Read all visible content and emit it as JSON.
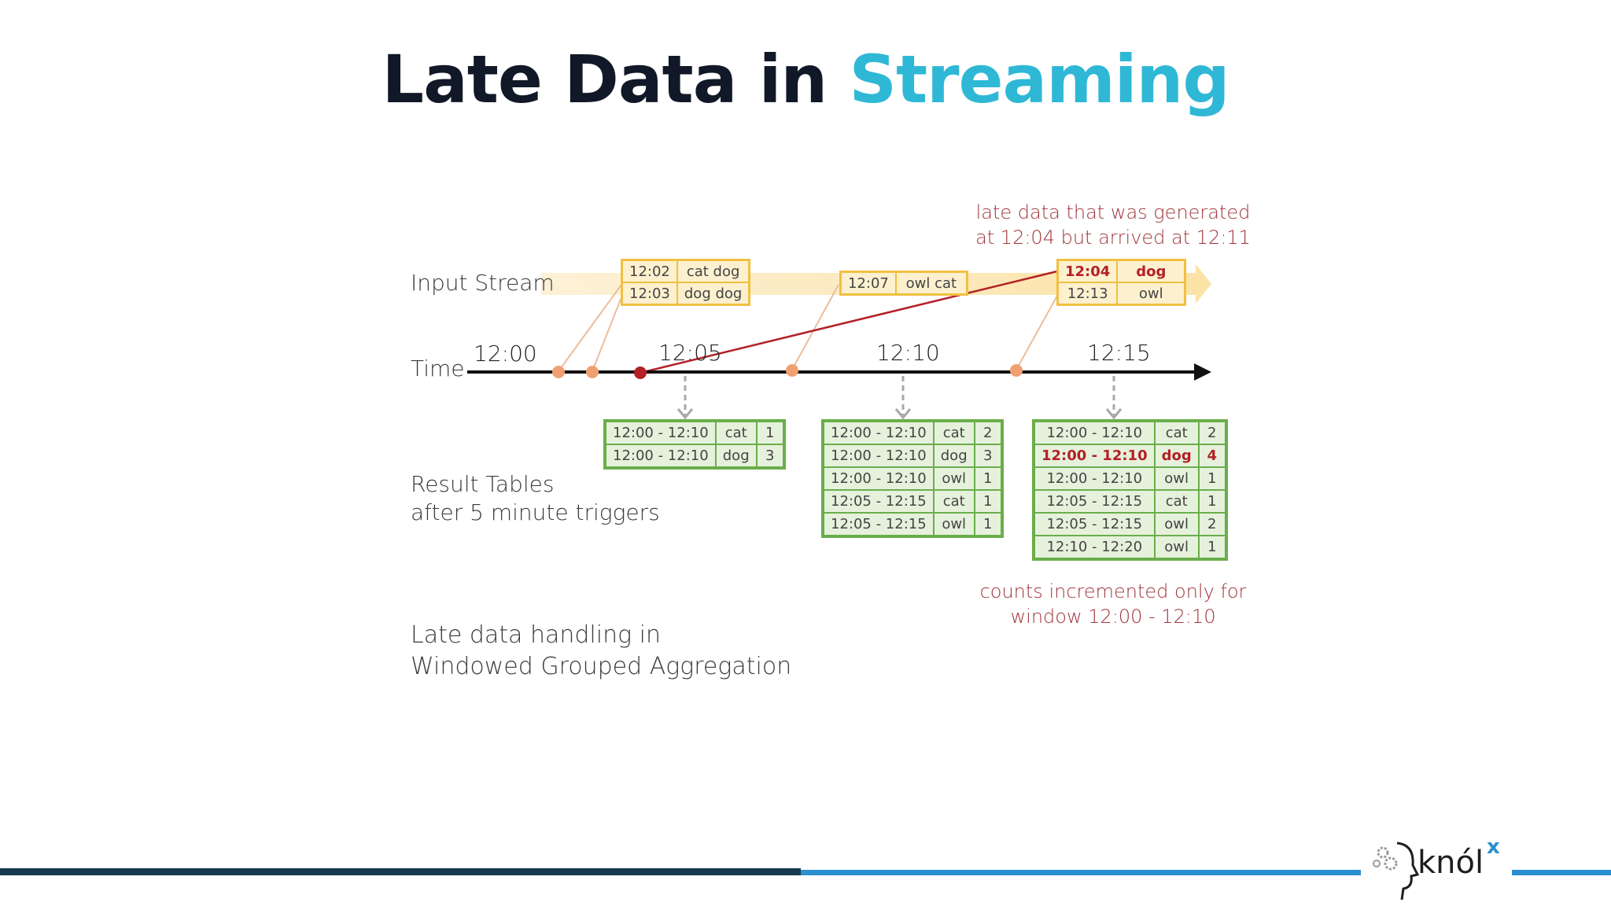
{
  "title": {
    "main": "Late Data in",
    "accent": "Streaming"
  },
  "labels": {
    "input_stream": "Input Stream",
    "time": "Time",
    "result_tables_1": "Result Tables",
    "result_tables_2": "after 5 minute triggers",
    "late_handling_1": "Late data handling in",
    "late_handling_2": "Windowed Grouped Aggregation"
  },
  "ticks": [
    "12:00",
    "12:05",
    "12:10",
    "12:15"
  ],
  "notes": {
    "late_1": "late data that was generated",
    "late_2": "at 12:04 but arrived at 12:11",
    "counts_1": "counts incremented only for",
    "counts_2": "window 12:00 - 12:10"
  },
  "input_events": {
    "block1": [
      {
        "time": "12:02",
        "words": "cat dog"
      },
      {
        "time": "12:03",
        "words": "dog dog"
      }
    ],
    "block2": [
      {
        "time": "12:07",
        "words": "owl cat"
      }
    ],
    "block3": [
      {
        "time": "12:04",
        "words": "dog",
        "late": true
      },
      {
        "time": "12:13",
        "words": "owl"
      }
    ]
  },
  "result_tables": {
    "t1": [
      {
        "window": "12:00 - 12:10",
        "word": "cat",
        "count": "1"
      },
      {
        "window": "12:00 - 12:10",
        "word": "dog",
        "count": "3"
      }
    ],
    "t2": [
      {
        "window": "12:00 - 12:10",
        "word": "cat",
        "count": "2"
      },
      {
        "window": "12:00 - 12:10",
        "word": "dog",
        "count": "3"
      },
      {
        "window": "12:00 - 12:10",
        "word": "owl",
        "count": "1"
      },
      {
        "window": "12:05 - 12:15",
        "word": "cat",
        "count": "1"
      },
      {
        "window": "12:05 - 12:15",
        "word": "owl",
        "count": "1"
      }
    ],
    "t3": [
      {
        "window": "12:00 - 12:10",
        "word": "cat",
        "count": "2"
      },
      {
        "window": "12:00 - 12:10",
        "word": "dog",
        "count": "4",
        "highlight": true
      },
      {
        "window": "12:00 - 12:10",
        "word": "owl",
        "count": "1"
      },
      {
        "window": "12:05 - 12:15",
        "word": "cat",
        "count": "1"
      },
      {
        "window": "12:05 - 12:15",
        "word": "owl",
        "count": "2"
      },
      {
        "window": "12:10 - 12:20",
        "word": "owl",
        "count": "1"
      }
    ]
  },
  "logo": {
    "text": "knól",
    "superscript": "x"
  },
  "colors": {
    "accent": "#2fb8d6",
    "late_red": "#b32025",
    "input_border": "#f0c040",
    "result_border": "#6aae4b",
    "arrival_dot": "#f0a070"
  }
}
